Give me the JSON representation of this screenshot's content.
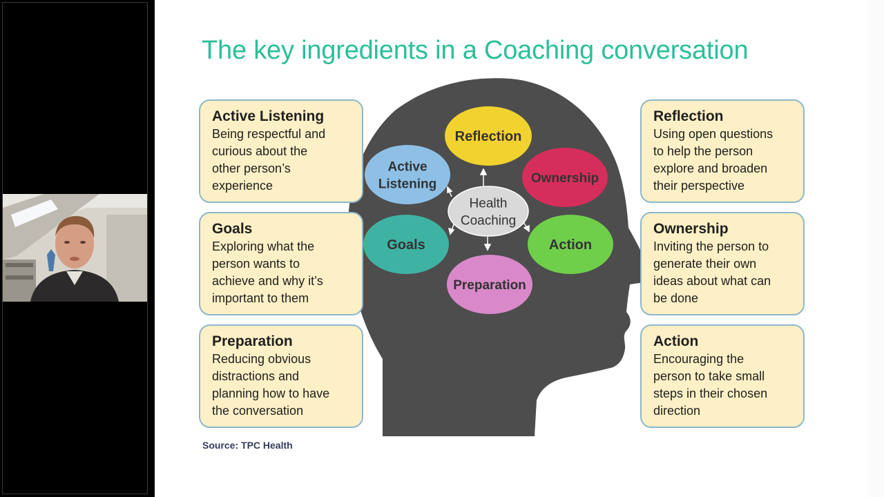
{
  "slide": {
    "title": "The key ingredients in a Coaching conversation",
    "source": "Source: TPC Health"
  },
  "cards": [
    {
      "title": "Active Listening",
      "lines": [
        "Being respectful and",
        "curious about the",
        "other person’s",
        "experience"
      ]
    },
    {
      "title": "Goals",
      "lines": [
        "Exploring what the",
        "person wants to",
        "achieve and why it’s",
        "important to them"
      ]
    },
    {
      "title": "Preparation",
      "lines": [
        "Reducing obvious",
        "distractions and",
        "planning how to have",
        "the conversation"
      ]
    },
    {
      "title": "Reflection",
      "lines": [
        "Using open questions",
        "to help the person",
        "explore and broaden",
        "their perspective"
      ]
    },
    {
      "title": "Ownership",
      "lines": [
        "Inviting the person to",
        "generate their own",
        "ideas about what can",
        "be done"
      ]
    },
    {
      "title": "Action",
      "lines": [
        "Encouraging the",
        "person to take small",
        "steps in their chosen",
        "direction"
      ]
    }
  ],
  "diagram": {
    "center": {
      "lines": [
        "Health",
        "Coaching"
      ],
      "color": "#d9d9d9"
    },
    "nodes": [
      {
        "lines": [
          "Reflection"
        ],
        "color": "#f2d22e"
      },
      {
        "lines": [
          "Ownership"
        ],
        "color": "#d62e5c"
      },
      {
        "lines": [
          "Action"
        ],
        "color": "#6fcf4a"
      },
      {
        "lines": [
          "Preparation"
        ],
        "color": "#d989c9"
      },
      {
        "lines": [
          "Goals"
        ],
        "color": "#3fb3a3"
      },
      {
        "lines": [
          "Active",
          "Listening"
        ],
        "color": "#8ec0e6"
      }
    ],
    "head_color": "#4d4d4d"
  },
  "colors": {
    "title": "#2bbf9a",
    "card_fill": "#fdf0c6",
    "card_border": "#8db7c9"
  }
}
